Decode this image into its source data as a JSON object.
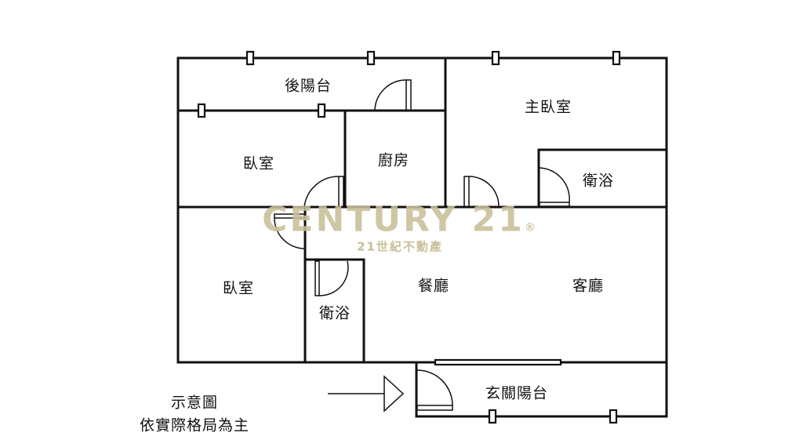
{
  "rooms": {
    "rear_balcony": "後陽台",
    "master_bedroom": "主臥室",
    "bedroom_upper": "臥室",
    "kitchen": "廚房",
    "bathroom_master": "衛浴",
    "bedroom_lower": "臥室",
    "bathroom_common": "衛浴",
    "dining_room": "餐廳",
    "living_room": "客廳",
    "entrance_balcony": "玄關陽台"
  },
  "watermark": {
    "brand": "CENTURY 21",
    "registered": "®",
    "subtitle": "21世紀不動產",
    "color": "#c9bf98"
  },
  "notes": {
    "line1": "示意圖",
    "line2": "依實際格局為主"
  },
  "colors": {
    "wall": "#111111",
    "background": "#ffffff"
  }
}
